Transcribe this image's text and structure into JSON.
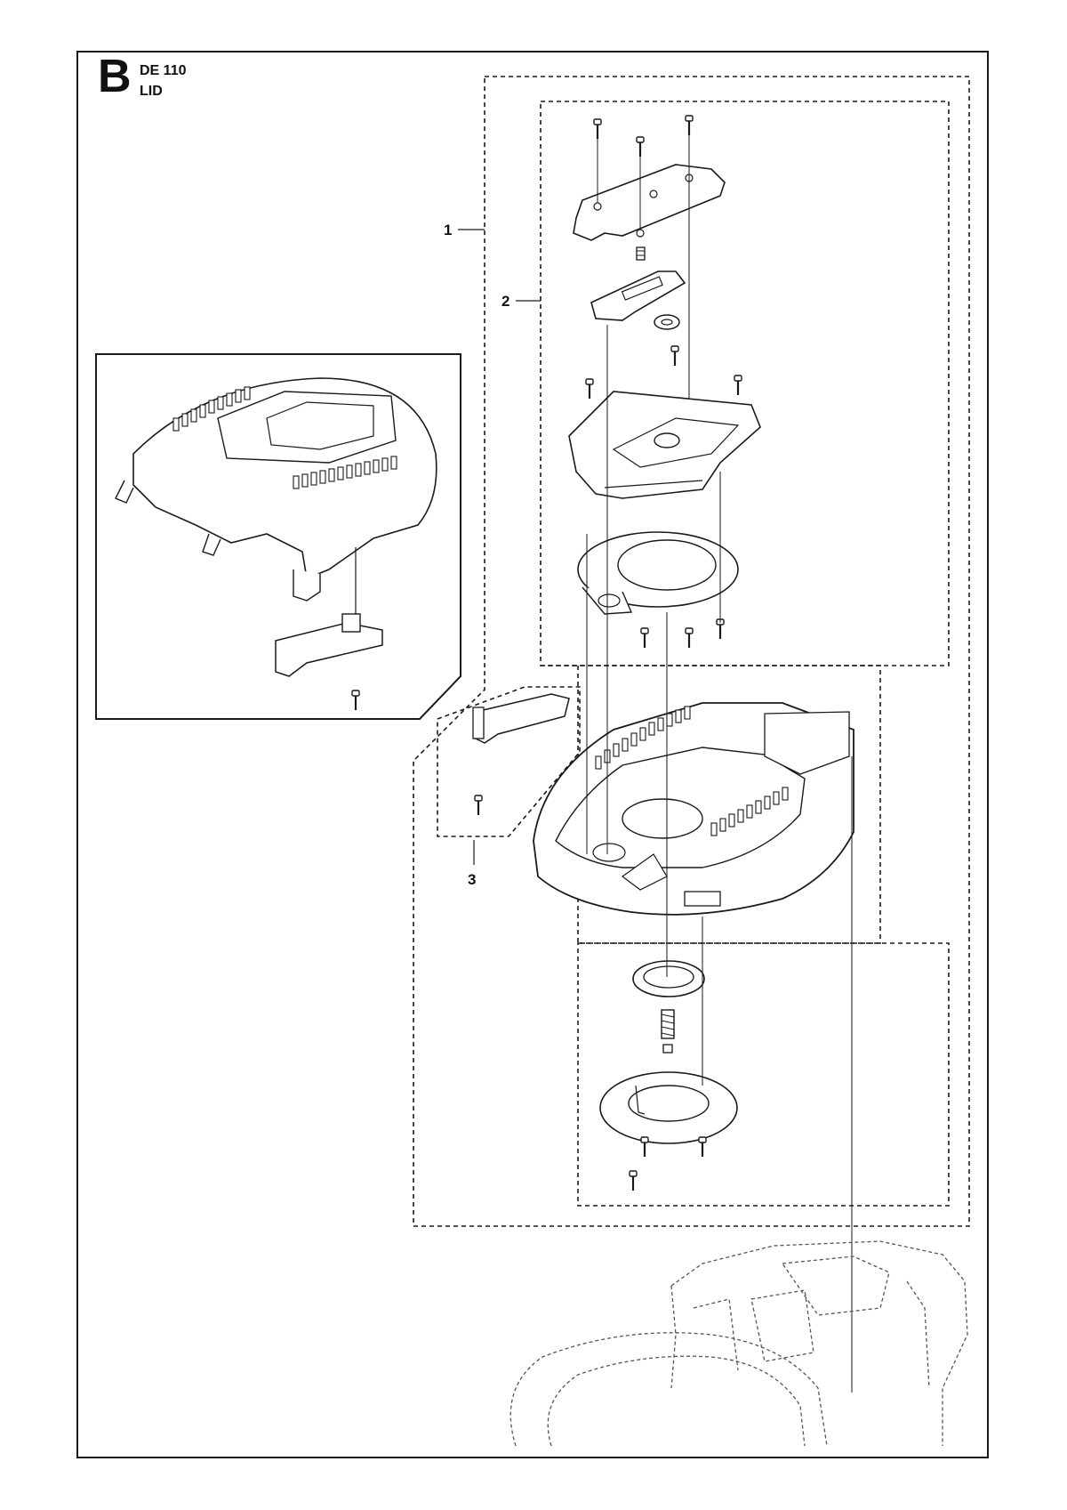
{
  "header": {
    "section_letter": "B",
    "model": "DE 110",
    "part_name": "LID"
  },
  "callouts": [
    {
      "label": "1"
    },
    {
      "label": "2"
    },
    {
      "label": "3"
    }
  ],
  "colors": {
    "ink": "#1a1a1a",
    "ghost": "#555555",
    "panel": "#ffffff"
  },
  "icons": [
    "screw-icon",
    "spring-icon",
    "latch-icon",
    "seal-ring-icon"
  ]
}
